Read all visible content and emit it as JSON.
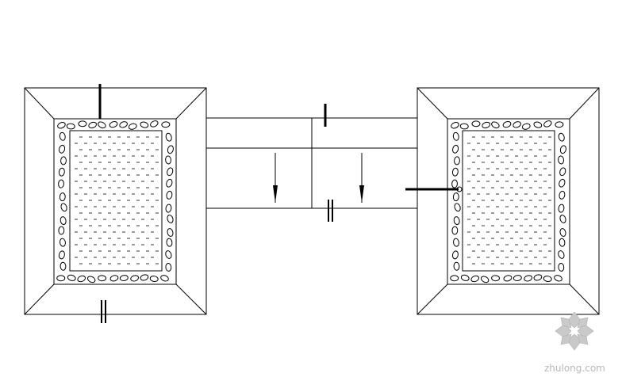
{
  "watermark": {
    "text": "zhulong.com",
    "logo": "zhulong-diamond-logo",
    "color": "#b8b8b8"
  },
  "drawing": {
    "line_color": "#000000",
    "background": "#ffffff",
    "elements": [
      "left-pit",
      "right-pit",
      "connecting-channel",
      "flow-arrow",
      "section-mark",
      "leader-line"
    ]
  }
}
